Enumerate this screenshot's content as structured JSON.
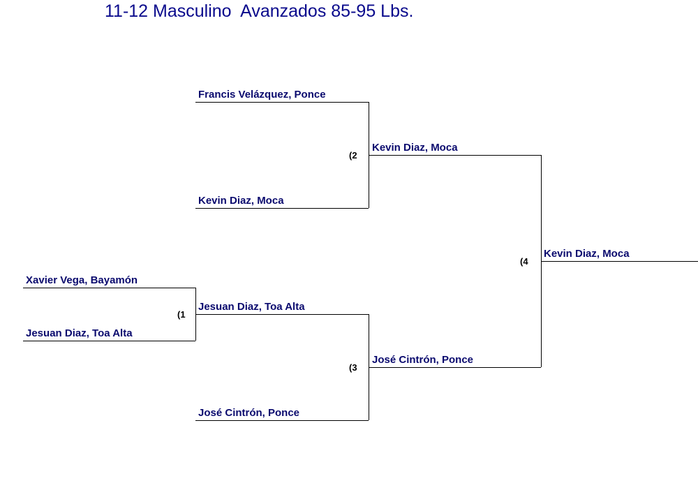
{
  "title": "11-12 Masculino  Avanzados 85-95 Lbs.",
  "round1": {
    "bout1": {
      "number": "(1",
      "top": "Xavier Vega, Bayamón",
      "bottom": "Jesuan Diaz, Toa Alta"
    }
  },
  "round2": {
    "bout2": {
      "number": "(2",
      "top": "Francis Velázquez, Ponce",
      "bottom": "Kevin Diaz, Moca"
    },
    "bout3": {
      "number": "(3",
      "top": "Jesuan Diaz, Toa Alta",
      "bottom": "José Cintrón, Ponce"
    }
  },
  "round3": {
    "bout4": {
      "number": "(4",
      "top": "Kevin Diaz, Moca",
      "bottom": "José Cintrón, Ponce"
    }
  },
  "champion": "Kevin Diaz, Moca"
}
